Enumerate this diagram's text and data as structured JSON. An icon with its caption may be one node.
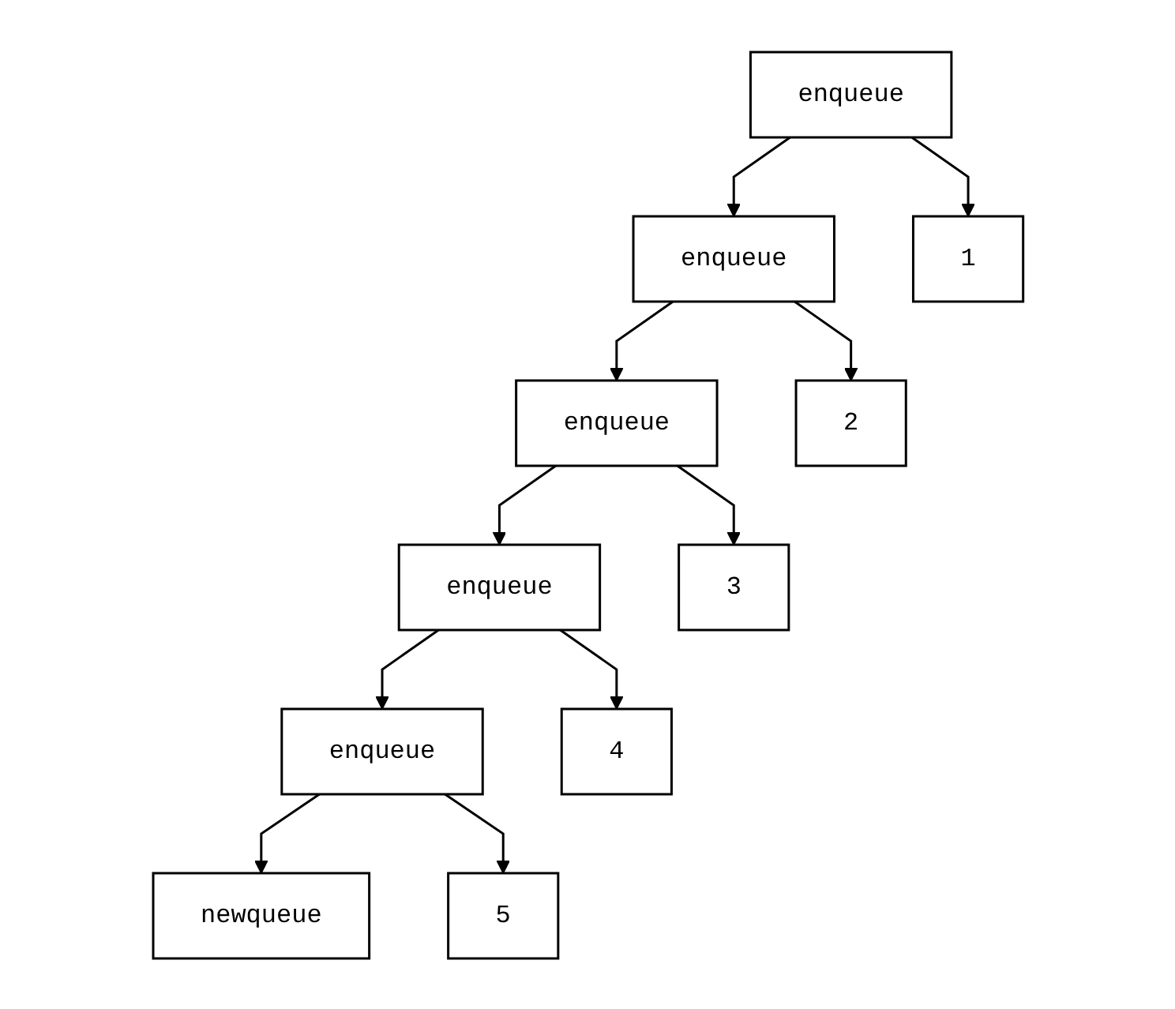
{
  "diagram": {
    "nodes": [
      {
        "text": [
          "enqueue"
        ]
      },
      {
        "text": [
          "enqueue"
        ]
      },
      {
        "text": [
          "1"
        ]
      },
      {
        "text": [
          "enqueue"
        ]
      },
      {
        "text": [
          "2"
        ]
      },
      {
        "text": [
          "enqueue"
        ]
      },
      {
        "text": [
          "3"
        ]
      },
      {
        "text": [
          "enqueue"
        ]
      },
      {
        "text": [
          "4"
        ]
      },
      {
        "text": [
          "newqueue"
        ]
      },
      {
        "text": [
          "5"
        ]
      }
    ],
    "edges": [
      {
        "from": 0,
        "to": 1,
        "arrow": "to"
      },
      {
        "from": 0,
        "to": 2,
        "arrow": "to"
      },
      {
        "from": 1,
        "to": 3,
        "arrow": "to"
      },
      {
        "from": 1,
        "to": 4,
        "arrow": "to"
      },
      {
        "from": 3,
        "to": 5,
        "arrow": "to"
      },
      {
        "from": 3,
        "to": 6,
        "arrow": "to"
      },
      {
        "from": 5,
        "to": 7,
        "arrow": "to"
      },
      {
        "from": 5,
        "to": 8,
        "arrow": "to"
      },
      {
        "from": 7,
        "to": 9,
        "arrow": "to"
      },
      {
        "from": 7,
        "to": 10,
        "arrow": "to"
      }
    ]
  }
}
